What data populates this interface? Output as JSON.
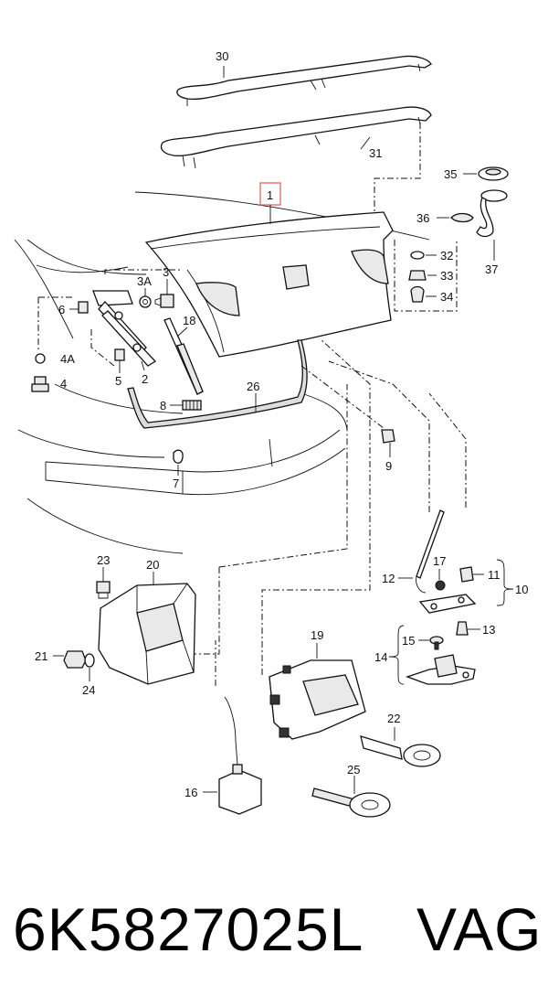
{
  "diagram": {
    "callouts": {
      "c1": "1",
      "c2": "2",
      "c3": "3",
      "c3a": "3A",
      "c4": "4",
      "c4a": "4A",
      "c5": "5",
      "c6": "6",
      "c7": "7",
      "c8": "8",
      "c9": "9",
      "c10": "10",
      "c11": "11",
      "c12": "12",
      "c13": "13",
      "c14": "14",
      "c15": "15",
      "c16": "16",
      "c17": "17",
      "c18": "18",
      "c19": "19",
      "c20": "20",
      "c21": "21",
      "c22": "22",
      "c23": "23",
      "c24": "24",
      "c25": "25",
      "c26": "26",
      "c30": "30",
      "c31": "31",
      "c32": "32",
      "c33": "33",
      "c34": "34",
      "c35": "35",
      "c36": "36",
      "c37": "37"
    },
    "highlight_color": "#e06464"
  },
  "footer": {
    "part_number": "6K5827025L",
    "brand": "VAG"
  }
}
